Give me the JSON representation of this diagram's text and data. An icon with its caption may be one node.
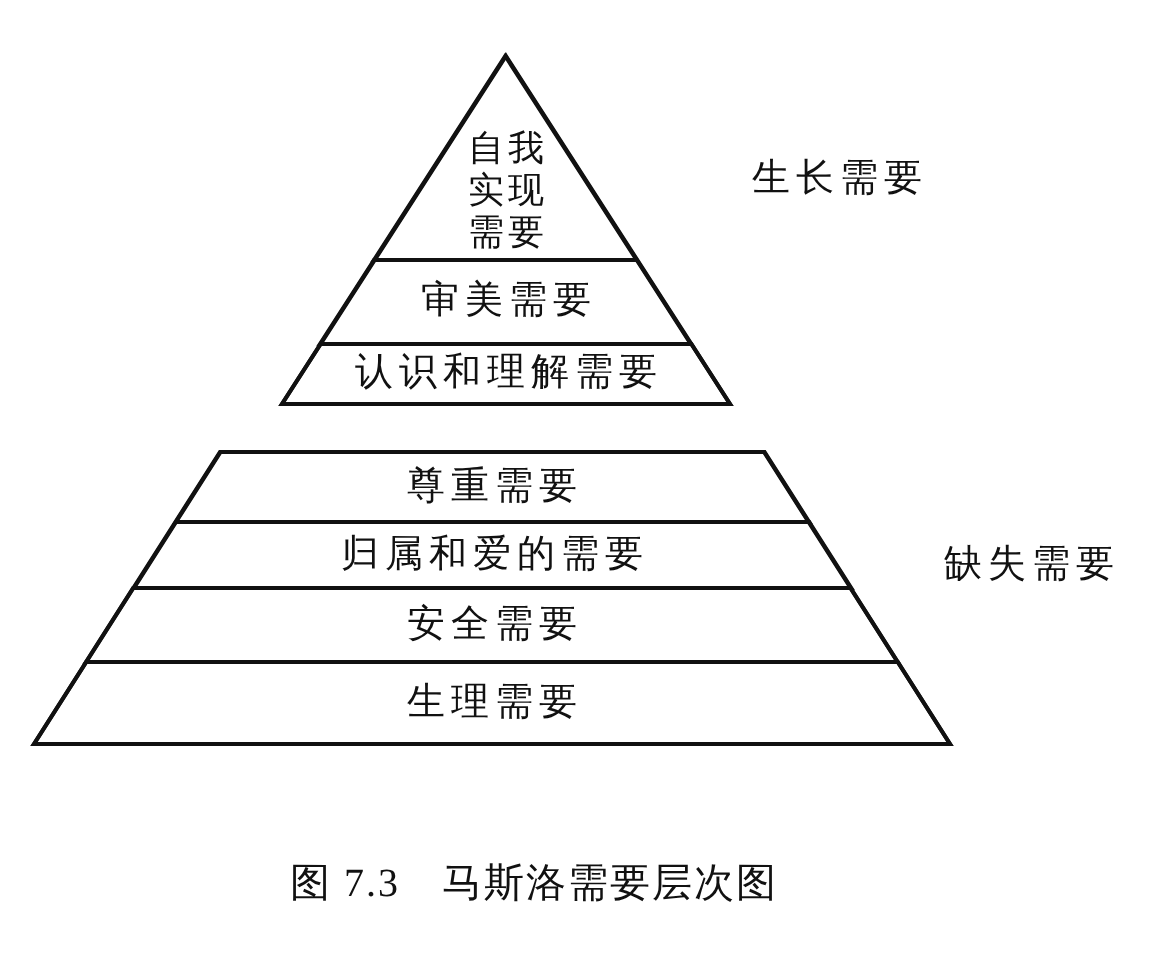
{
  "diagram": {
    "caption": "图 7.3　马斯洛需要层次图",
    "nodes": [
      {
        "text": [],
        "shape": "triangle",
        "beside": [
          "生长需要"
        ]
      },
      {
        "text": [
          "自我实现需要"
        ],
        "in": 0
      },
      {
        "text": [
          "审美需要"
        ],
        "in": 0
      },
      {
        "text": [
          "认识和理解需要"
        ],
        "in": 0
      },
      {
        "text": [],
        "shape": "trapezoid",
        "beside": [
          "缺失需要"
        ]
      },
      {
        "text": [
          "尊重需要"
        ],
        "in": 4
      },
      {
        "text": [
          "归属和爱的需要"
        ],
        "in": 4
      },
      {
        "text": [
          "安全需要"
        ],
        "in": 4
      },
      {
        "text": [
          "生理需要"
        ],
        "in": 4
      }
    ]
  }
}
